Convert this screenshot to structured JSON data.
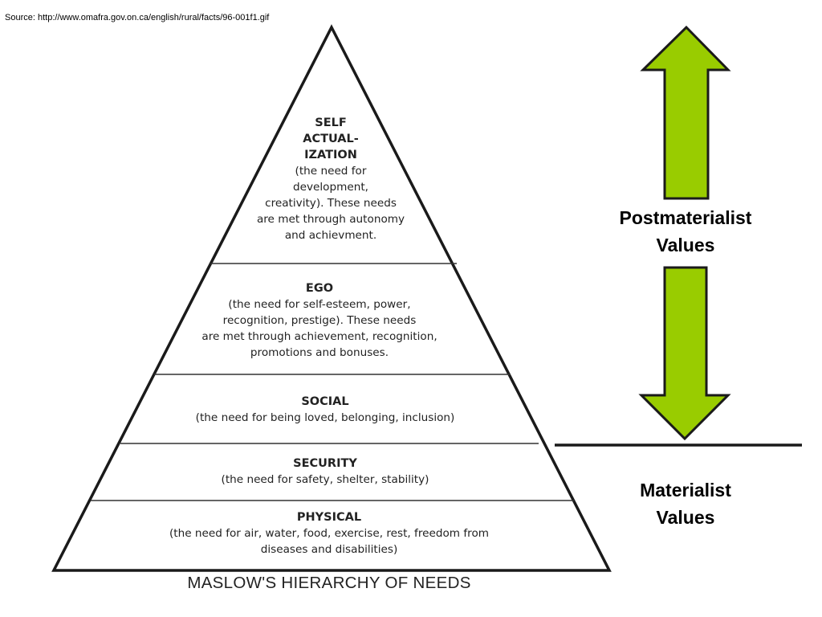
{
  "source_text": "Source: http://www.omafra.gov.on.ca/english/rural/facts/96-001f1.gif",
  "pyramid": {
    "title": "MASLOW'S HIERARCHY OF NEEDS",
    "levels": [
      {
        "title": "SELF\nACTUAL-\nIZATION",
        "description": "(the need for\ndevelopment,\ncreativity). These needs\nare met through autonomy\nand achievment."
      },
      {
        "title": "EGO",
        "description": "(the need for self-esteem, power,\nrecognition, prestige). These needs\nare met through achievement, recognition,\npromotions and bonuses."
      },
      {
        "title": "SOCIAL",
        "description": "(the need for being loved, belonging, inclusion)"
      },
      {
        "title": "SECURITY",
        "description": "(the need for safety, shelter, stability)"
      },
      {
        "title": "PHYSICAL",
        "description": "(the need for air, water, food, exercise, rest, freedom from\ndiseases and disabilities)"
      }
    ]
  },
  "values": {
    "postmaterialist": "Postmaterialist\nValues",
    "materialist": "Materialist\nValues"
  },
  "colors": {
    "arrow_fill": "#99cc00",
    "outline": "#1a1a1a"
  }
}
